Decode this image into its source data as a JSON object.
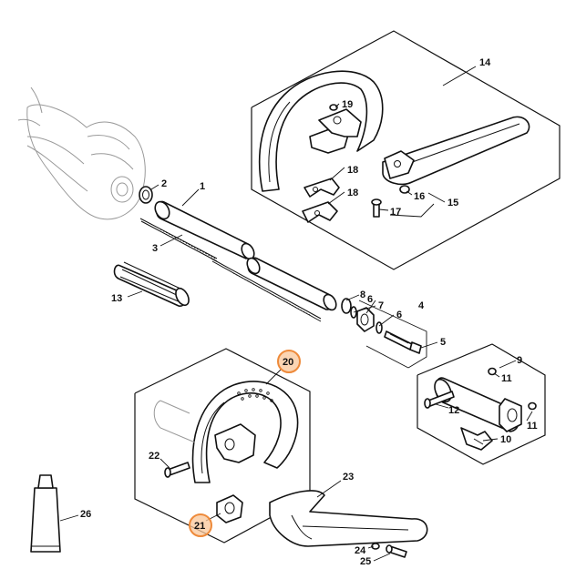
{
  "diagram": {
    "highlight_color": "#f0a060",
    "callouts": [
      {
        "id": "c1",
        "text": "1",
        "highlighted": false
      },
      {
        "id": "c2",
        "text": "2",
        "highlighted": false
      },
      {
        "id": "c3",
        "text": "3",
        "highlighted": false
      },
      {
        "id": "c4",
        "text": "4",
        "highlighted": false
      },
      {
        "id": "c5",
        "text": "5",
        "highlighted": false
      },
      {
        "id": "c6a",
        "text": "6",
        "highlighted": false
      },
      {
        "id": "c6b",
        "text": "6",
        "highlighted": false
      },
      {
        "id": "c7",
        "text": "7",
        "highlighted": false
      },
      {
        "id": "c8",
        "text": "8",
        "highlighted": false
      },
      {
        "id": "c9",
        "text": "9",
        "highlighted": false
      },
      {
        "id": "c10",
        "text": "10",
        "highlighted": false
      },
      {
        "id": "c11a",
        "text": "11",
        "highlighted": false
      },
      {
        "id": "c11b",
        "text": "11",
        "highlighted": false
      },
      {
        "id": "c12",
        "text": "12",
        "highlighted": false
      },
      {
        "id": "c13",
        "text": "13",
        "highlighted": false
      },
      {
        "id": "c14",
        "text": "14",
        "highlighted": false
      },
      {
        "id": "c15",
        "text": "15",
        "highlighted": false
      },
      {
        "id": "c16",
        "text": "16",
        "highlighted": false
      },
      {
        "id": "c17",
        "text": "17",
        "highlighted": false
      },
      {
        "id": "c18a",
        "text": "18",
        "highlighted": false
      },
      {
        "id": "c18b",
        "text": "18",
        "highlighted": false
      },
      {
        "id": "c19",
        "text": "19",
        "highlighted": false
      },
      {
        "id": "c20",
        "text": "20",
        "highlighted": true
      },
      {
        "id": "c21",
        "text": "21",
        "highlighted": true
      },
      {
        "id": "c22",
        "text": "22",
        "highlighted": false
      },
      {
        "id": "c23",
        "text": "23",
        "highlighted": false
      },
      {
        "id": "c24",
        "text": "24",
        "highlighted": false
      },
      {
        "id": "c25",
        "text": "25",
        "highlighted": false
      },
      {
        "id": "c26",
        "text": "26",
        "highlighted": false
      }
    ]
  }
}
